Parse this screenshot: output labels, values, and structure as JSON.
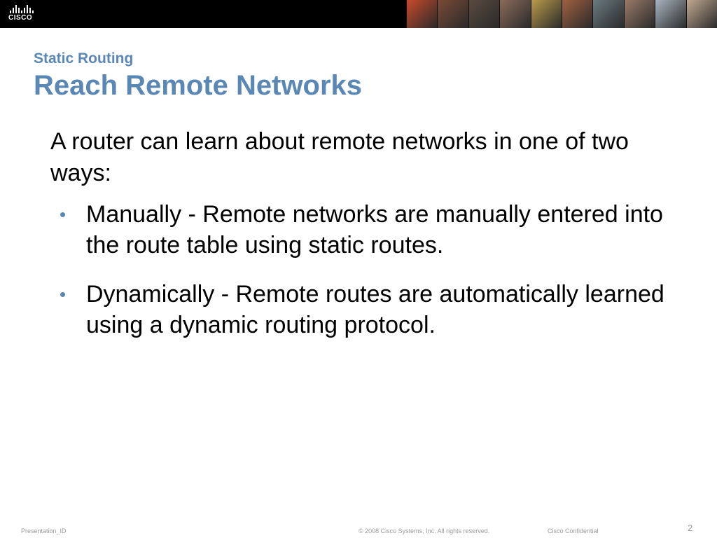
{
  "header": {
    "logo_text": "CISCO",
    "photo_colors": [
      "#c84a2a",
      "#7a4a36",
      "#5a4a40",
      "#8a6a5a",
      "#b89a4a",
      "#a06040",
      "#6a7a80",
      "#9a7a68",
      "#a8b4c0",
      "#c0a890"
    ]
  },
  "slide": {
    "subtitle": "Static Routing",
    "title": "Reach Remote Networks",
    "intro": "A router can learn about remote networks in one of two ways:",
    "bullets": [
      "Manually - Remote networks are manually entered into the route table using static routes.",
      "Dynamically - Remote routes are automatically learned using a dynamic routing protocol."
    ],
    "bullet_symbol": "•"
  },
  "footer": {
    "presentation_id": "Presentation_ID",
    "copyright": "© 2008 Cisco Systems, Inc. All rights reserved.",
    "confidential": "Cisco Confidential",
    "page_number": "2"
  },
  "colors": {
    "title": "#5b87b5",
    "header_bg": "#000000",
    "footer_text": "#9a9a9a"
  }
}
